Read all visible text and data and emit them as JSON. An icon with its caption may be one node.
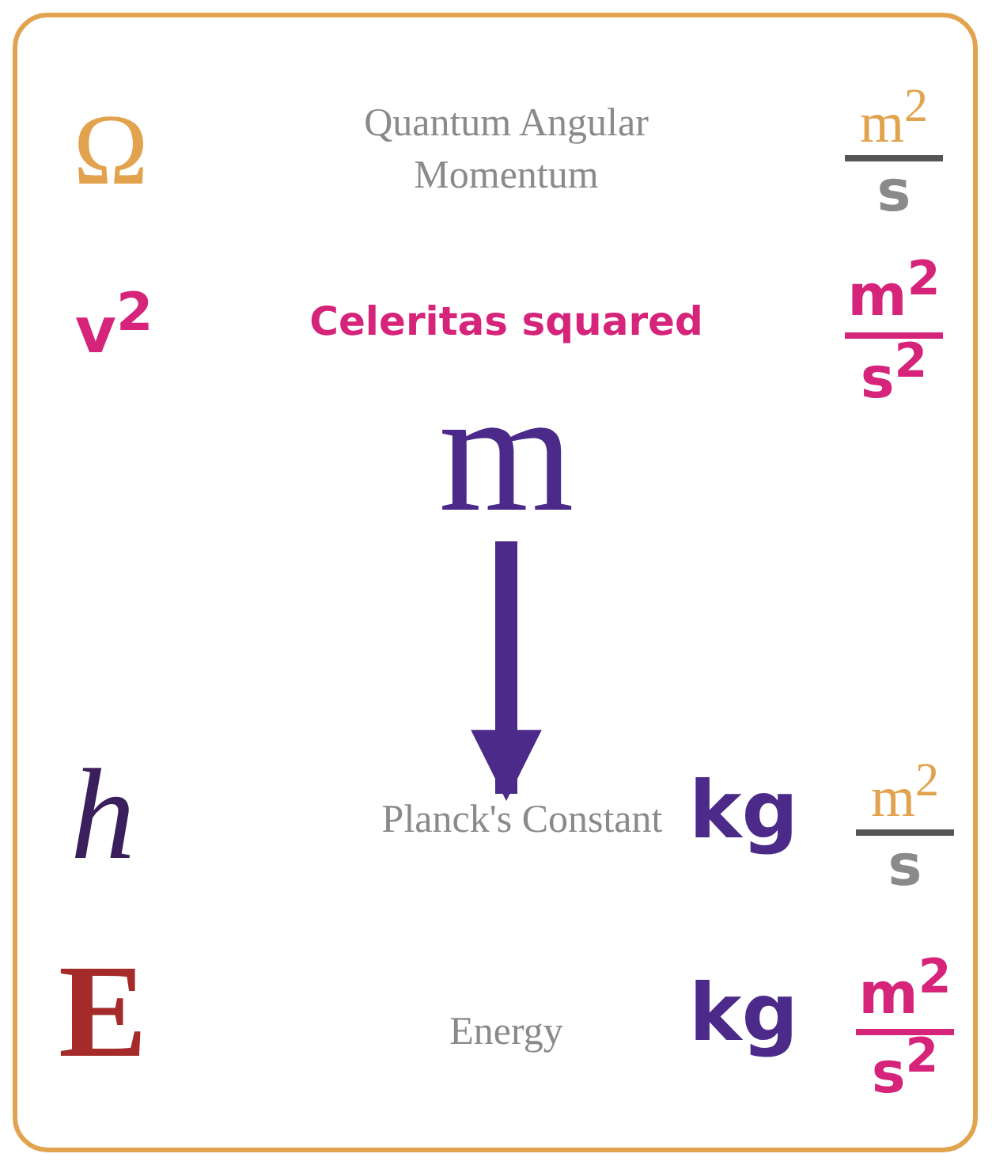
{
  "diagram": {
    "nodes": [
      {
        "text": [
          "m"
        ]
      },
      {
        "text": [
          "Planck's Constant"
        ]
      }
    ],
    "edges": [
      {
        "from": 0,
        "to": 1,
        "arrow": "to"
      }
    ],
    "labels": [
      "Ω",
      "Quantum Angular Momentum",
      "m$^{2}$",
      "s",
      "v$^{2}$",
      "Celeritas squared",
      "m$^{2}$",
      "s$^{2}$",
      "h",
      "kg",
      "m$^{2}$",
      "s",
      "E",
      "Energy",
      "kg",
      "m$^{2}$",
      "s$^{2}$"
    ]
  }
}
